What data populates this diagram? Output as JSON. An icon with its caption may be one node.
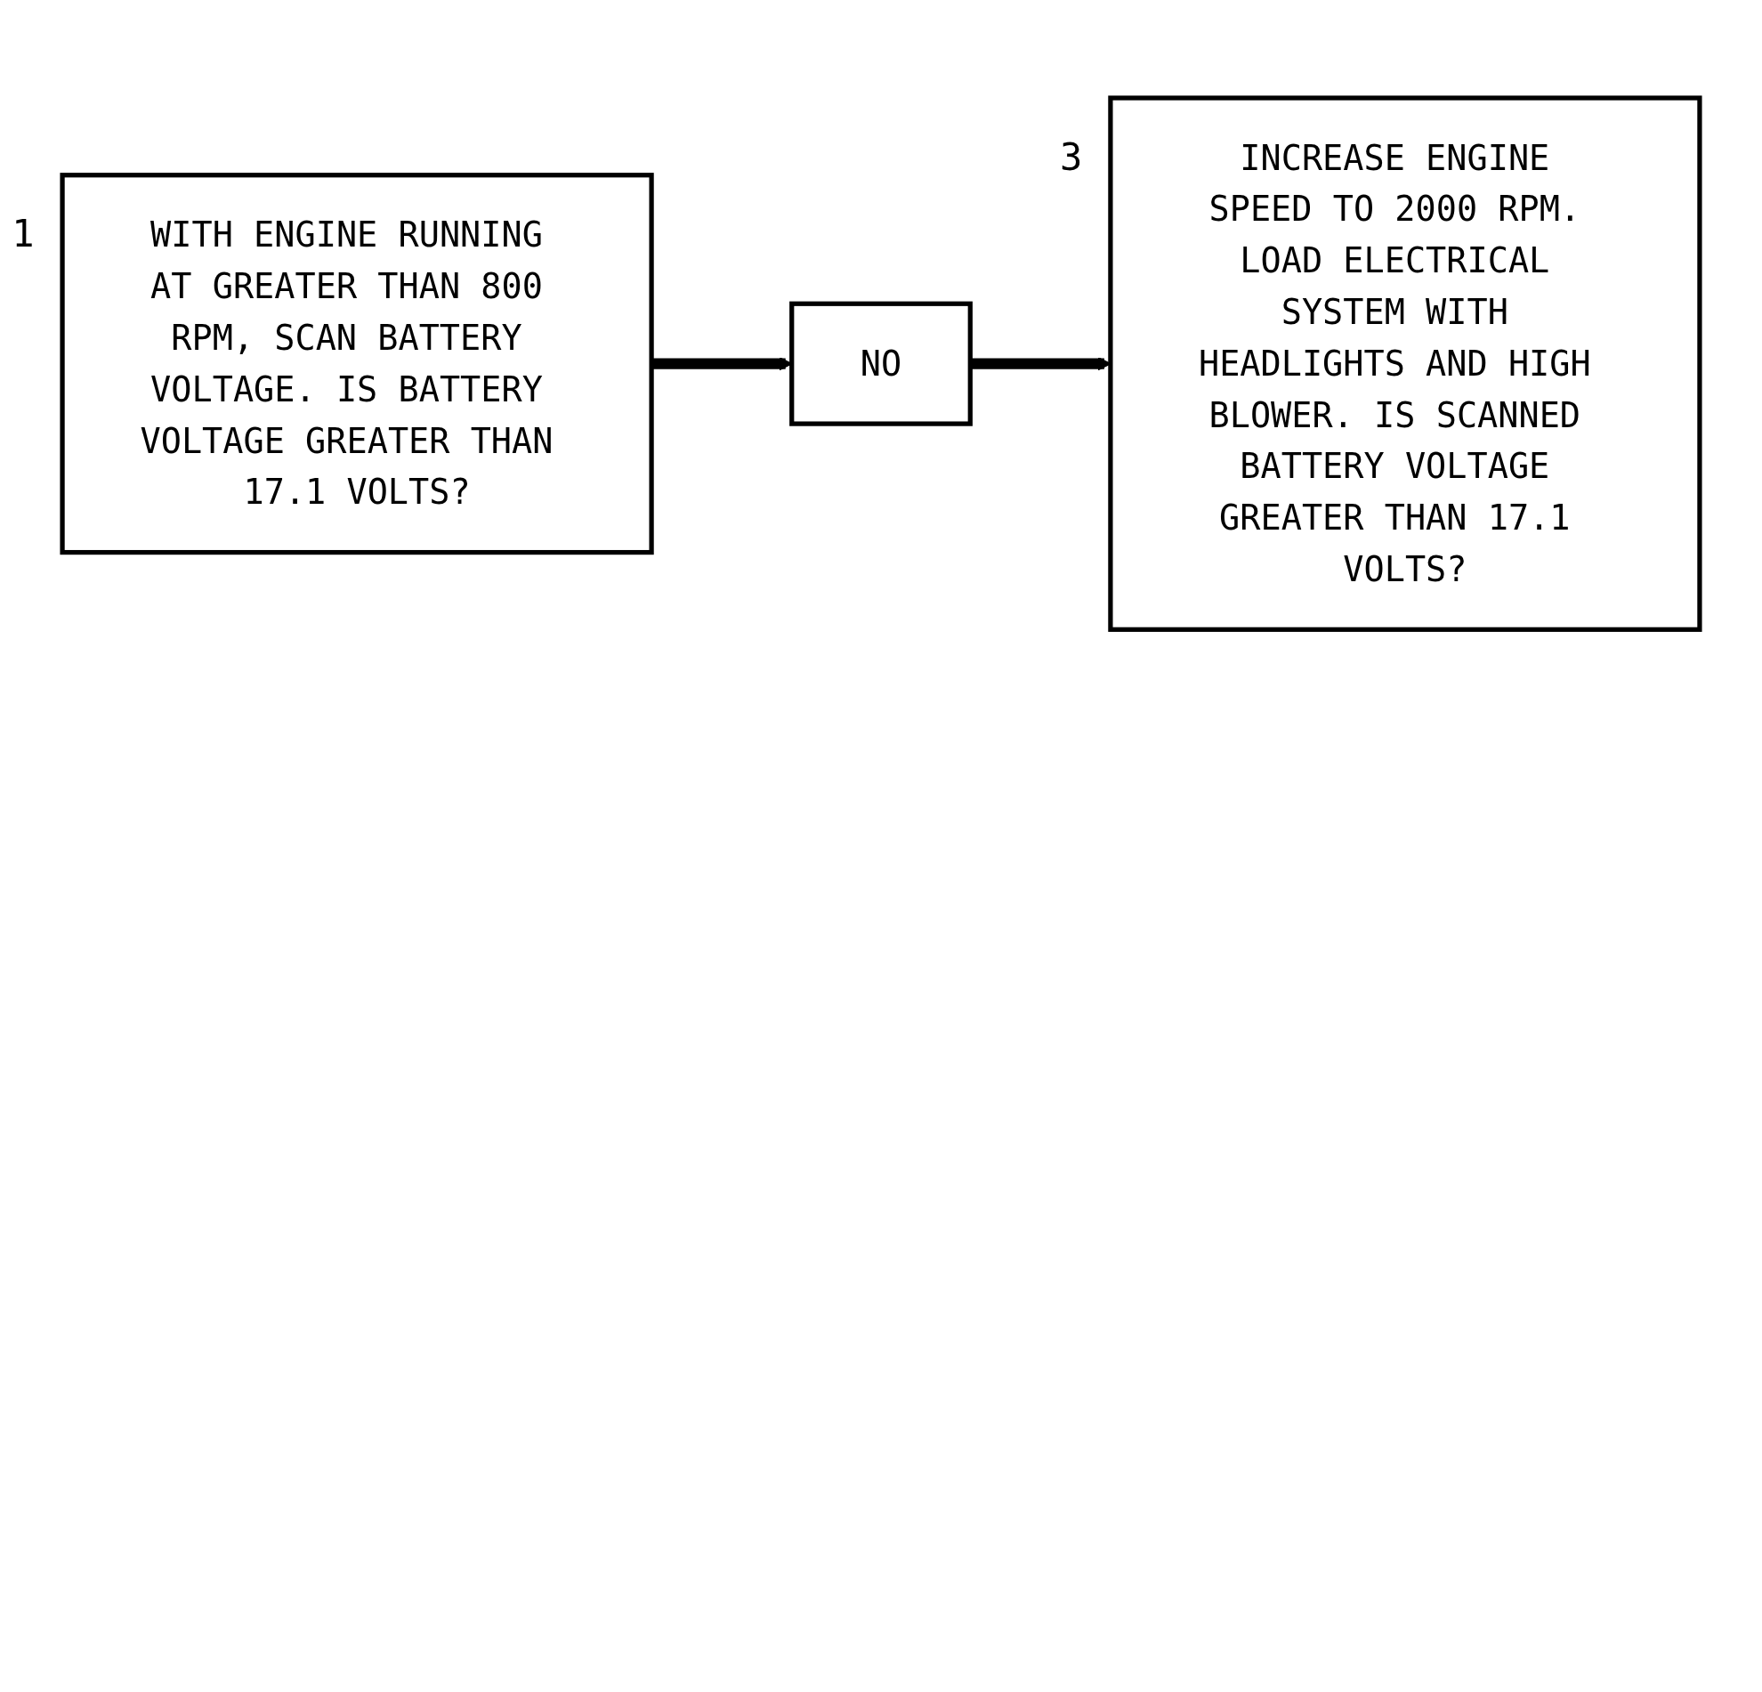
{
  "diagram": {
    "nodes": [
      {
        "text": [
          "WITH ENGINE RUNNING AT GREATER THAN 800 RPM, SCAN BATTERY VOLTAGE. IS BATTERY VOLTAGE GREATER THAN 17.1 VOLTS?"
        ],
        "beside": [
          "1"
        ]
      },
      {
        "text": [
          "NO"
        ]
      },
      {
        "text": [
          "INCREASE ENGINE SPEED TO 2000 RPM. LOAD ELECTRICAL SYSTEM WITH HEADLIGHTS AND HIGH BLOWER. IS SCANNED BATTERY VOLTAGE GREATER THAN 17.1 VOLTS?"
        ],
        "beside": [
          "3"
        ]
      }
    ],
    "edges": [
      {
        "from": 0,
        "to": 1,
        "arrow": "to"
      },
      {
        "from": 1,
        "to": 2,
        "arrow": "to"
      }
    ]
  }
}
